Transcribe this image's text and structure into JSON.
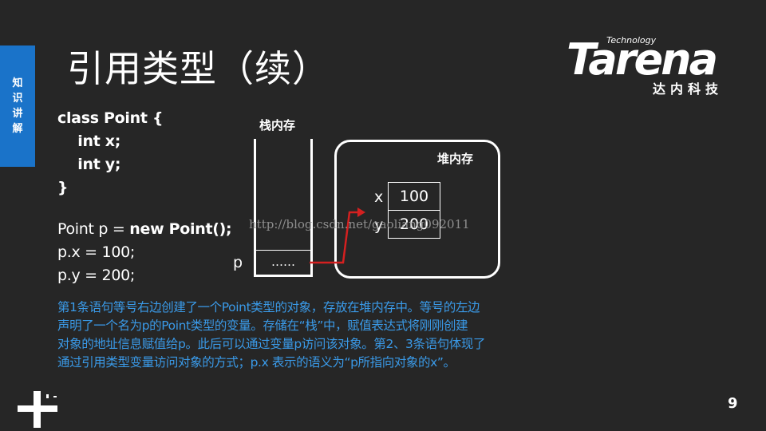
{
  "sidebar": {
    "chars": [
      "知",
      "识",
      "讲",
      "解"
    ]
  },
  "title": "引用类型（续）",
  "logo": {
    "tech": "Technology",
    "word": "Tarena",
    "cn": "达内科技"
  },
  "code_block_1": [
    "class Point {",
    "    int x;",
    "    int y;",
    "}"
  ],
  "code_block_2": {
    "line1_prefix": "Point p = ",
    "line1_bold": "new Point();",
    "line2": "p.x = 100;",
    "line3": "p.y = 200;"
  },
  "diagram": {
    "stack_label": "栈内存",
    "heap_label": "堆内存",
    "var_name": "p",
    "var_value": "……",
    "fields": [
      {
        "name": "x",
        "value": "100"
      },
      {
        "name": "y",
        "value": "200"
      }
    ]
  },
  "watermark": "http://blog.csdn.net/gaoliang092011",
  "description": [
    "第1条语句等号右边创建了一个Point类型的对象，存放在堆内存中。等号的左边",
    "声明了一个名为p的Point类型的变量。存储在“栈”中，赋值表达式将刚刚创建",
    "对象的地址信息赋值给p。此后可以通过变量p访问该对象。第2、3条语句体现了",
    "通过引用类型变量访问对象的方式；p.x 表示的语义为“p所指向对象的x”。"
  ],
  "page_number": "9",
  "colors": {
    "accent_blue": "#1a73c9",
    "desc_blue": "#3a9ae8",
    "arrow_red": "#d42020",
    "background": "#262626"
  }
}
